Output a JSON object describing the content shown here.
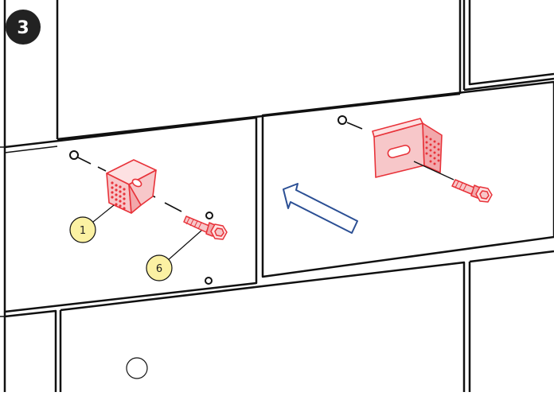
{
  "step_badge": {
    "label": "3",
    "fill": "#222222",
    "text_color": "#ffffff"
  },
  "callouts": [
    {
      "label": "1",
      "part": "angle-bracket"
    },
    {
      "label": "6",
      "part": "anchor-bolt"
    }
  ],
  "colors": {
    "line": "#111111",
    "part": "#e8333a",
    "part_fill": "#f7c7c9",
    "callout_fill": "#fbf1a3",
    "arrow": "#2b4f94"
  },
  "icons": {
    "arrow": "direction-arrow-icon",
    "bracket": "angle-bracket-icon",
    "bolt": "anchor-bolt-icon"
  }
}
